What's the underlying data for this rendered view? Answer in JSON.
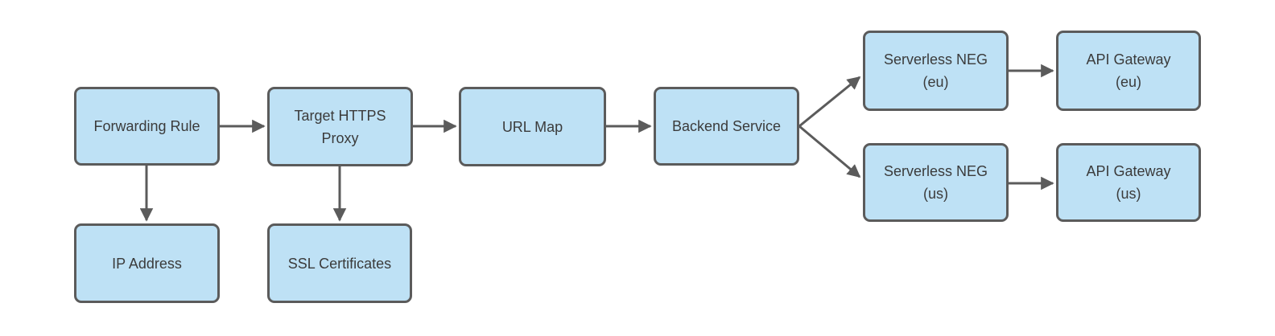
{
  "diagram": {
    "background": "#ffffff",
    "colors": {
      "node_fill": "#bee1f5",
      "node_border": "#5b5b5b",
      "edge": "#5b5b5b",
      "text": "#3b3b3b"
    },
    "nodes": {
      "forwarding_rule": {
        "label": "Forwarding Rule"
      },
      "target_https_proxy": {
        "label": "Target HTTPS\nProxy"
      },
      "url_map": {
        "label": "URL Map"
      },
      "backend_service": {
        "label": "Backend Service"
      },
      "serverless_neg_eu": {
        "label": "Serverless NEG\n(eu)"
      },
      "api_gateway_eu": {
        "label": "API Gateway\n(eu)"
      },
      "serverless_neg_us": {
        "label": "Serverless NEG\n(us)"
      },
      "api_gateway_us": {
        "label": "API Gateway\n(us)"
      },
      "ip_address": {
        "label": "IP Address"
      },
      "ssl_certificates": {
        "label": "SSL Certificates"
      }
    },
    "edges": [
      {
        "from": "forwarding_rule",
        "to": "target_https_proxy"
      },
      {
        "from": "target_https_proxy",
        "to": "url_map"
      },
      {
        "from": "url_map",
        "to": "backend_service"
      },
      {
        "from": "backend_service",
        "to": "serverless_neg_eu"
      },
      {
        "from": "backend_service",
        "to": "serverless_neg_us"
      },
      {
        "from": "serverless_neg_eu",
        "to": "api_gateway_eu"
      },
      {
        "from": "serverless_neg_us",
        "to": "api_gateway_us"
      },
      {
        "from": "forwarding_rule",
        "to": "ip_address"
      },
      {
        "from": "target_https_proxy",
        "to": "ssl_certificates"
      }
    ]
  }
}
